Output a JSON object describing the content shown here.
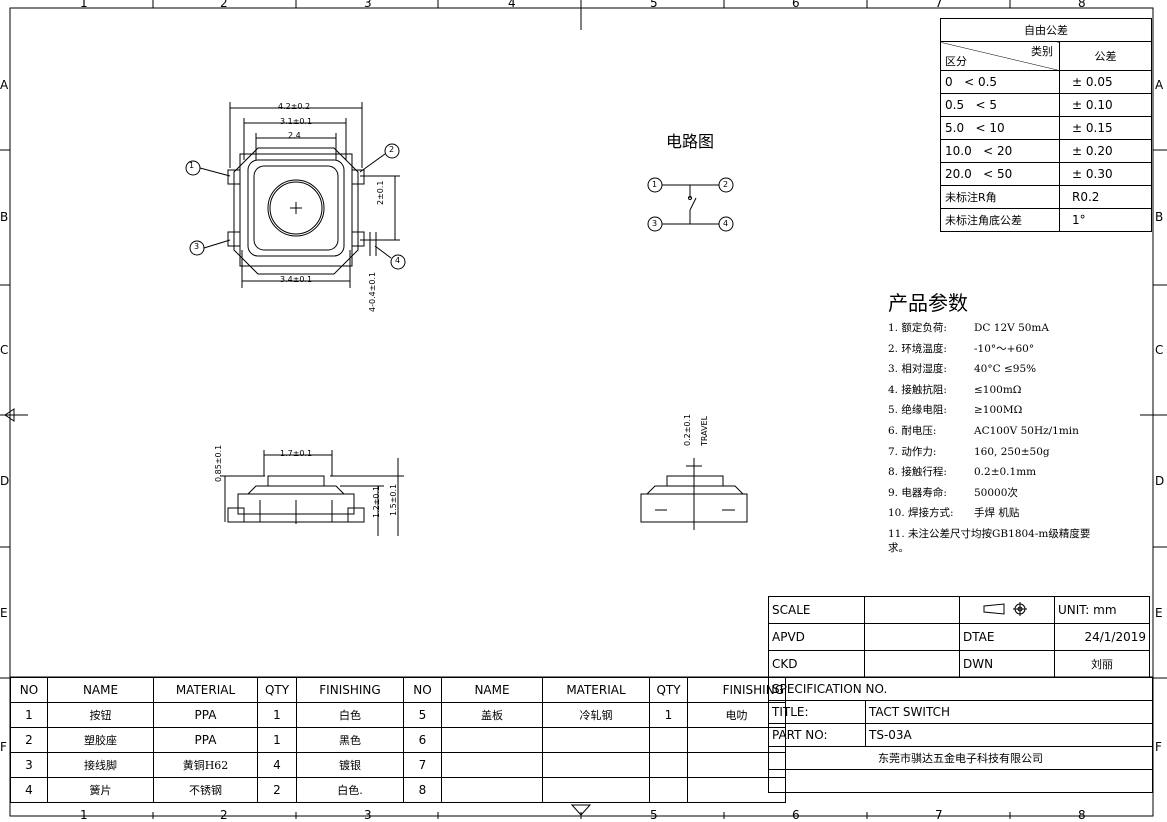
{
  "ruler": {
    "top_numbers": [
      "1",
      "2",
      "3",
      "4",
      "5",
      "6",
      "7",
      "8"
    ],
    "bottom_numbers": [
      "1",
      "2",
      "3",
      "",
      "5",
      "6",
      "7",
      "8"
    ],
    "side_letters": [
      "A",
      "B",
      "C",
      "D",
      "E",
      "F"
    ]
  },
  "tolerance_table": {
    "title": "自由公差",
    "header_category": "类别",
    "header_zone": "区分",
    "header_tolerance": "公差",
    "rows": [
      {
        "a": "0",
        "b": "< 0.5",
        "tol": "± 0.05"
      },
      {
        "a": "0.5",
        "b": "< 5",
        "tol": "± 0.10"
      },
      {
        "a": "5.0",
        "b": "< 10",
        "tol": "± 0.15"
      },
      {
        "a": "10.0",
        "b": "< 20",
        "tol": "± 0.20"
      },
      {
        "a": "20.0",
        "b": "< 50",
        "tol": "± 0.30"
      }
    ],
    "r_label": "未标注R角",
    "r_value": "R0.2",
    "angle_label": "未标注角底公差",
    "angle_value": "1°"
  },
  "circuit": {
    "title": "电路图",
    "pins": [
      "1",
      "2",
      "3",
      "4"
    ]
  },
  "dimensions": {
    "top_view": {
      "w1": "4.2±0.2",
      "w2": "3.1±0.1",
      "w3": "2.4",
      "w4": "3.4±0.1",
      "h1": "2±0.1",
      "h2": "4-0.4±0.1",
      "pins": [
        "1",
        "2",
        "3",
        "4"
      ]
    },
    "side_view": {
      "w": "1.7±0.1",
      "h1": "0.85±0.1",
      "h2": "1.2±0.1",
      "h3": "1.5±0.1"
    },
    "travel_view": {
      "h": "0.2±0.1",
      "label": "TRAVEL"
    }
  },
  "params": {
    "title": "产品参数",
    "items": [
      {
        "k": "1. 额定负荷:",
        "v": "DC 12V 50mA"
      },
      {
        "k": "2. 环境温度:",
        "v": "-10°～+60°"
      },
      {
        "k": "3. 相对湿度:",
        "v": "40°C  ≤95%"
      },
      {
        "k": "4. 接触抗阻:",
        "v": "≤100mΩ"
      },
      {
        "k": "5. 绝缘电阻:",
        "v": "≥100MΩ"
      },
      {
        "k": "6. 耐电压:",
        "v": "AC100V 50Hz/1min"
      },
      {
        "k": "7. 动作力:",
        "v": "160, 250±50g"
      },
      {
        "k": "8. 接触行程:",
        "v": "0.2±0.1mm"
      },
      {
        "k": "9. 电器寿命:",
        "v": "50000次"
      },
      {
        "k": "10. 焊接方式:",
        "v": "手焊  机贴"
      }
    ],
    "note": "11. 未注公差尺寸均按GB1804-m级精度要求。"
  },
  "title_block": {
    "scale_label": "SCALE",
    "unit": "UNIT: mm",
    "apvd_label": "APVD",
    "date_label": "DTAE",
    "date_value": "24/1/2019",
    "ckd_label": "CKD",
    "dwn_label": "DWN",
    "dwn_value": "刘丽",
    "spec_label": "SPECIFICATION NO.",
    "title_label": "TITLE:",
    "title_value": "TACT SWITCH",
    "part_label": "PART NO:",
    "part_value": "TS-03A",
    "company": "东莞市骐达五金电子科技有限公司"
  },
  "bom": {
    "headers": [
      "NO",
      "NAME",
      "MATERIAL",
      "QTY",
      "FINISHING",
      "NO",
      "NAME",
      "MATERIAL",
      "QTY",
      "FINISHING"
    ],
    "rows": [
      {
        "no": "1",
        "name": "按钮",
        "material": "PPA",
        "qty": "1",
        "finishing": "白色",
        "no2": "5",
        "name2": "盖板",
        "material2": "冷轧钢",
        "qty2": "1",
        "finishing2": "电叻"
      },
      {
        "no": "2",
        "name": "塑胶座",
        "material": "PPA",
        "qty": "1",
        "finishing": "黑色",
        "no2": "6",
        "name2": "",
        "material2": "",
        "qty2": "",
        "finishing2": ""
      },
      {
        "no": "3",
        "name": "接线脚",
        "material": "黄铜H62",
        "qty": "4",
        "finishing": "镀银",
        "no2": "7",
        "name2": "",
        "material2": "",
        "qty2": "",
        "finishing2": ""
      },
      {
        "no": "4",
        "name": "簧片",
        "material": "不锈钢",
        "qty": "2",
        "finishing": "白色.",
        "no2": "8",
        "name2": "",
        "material2": "",
        "qty2": "",
        "finishing2": ""
      }
    ]
  }
}
